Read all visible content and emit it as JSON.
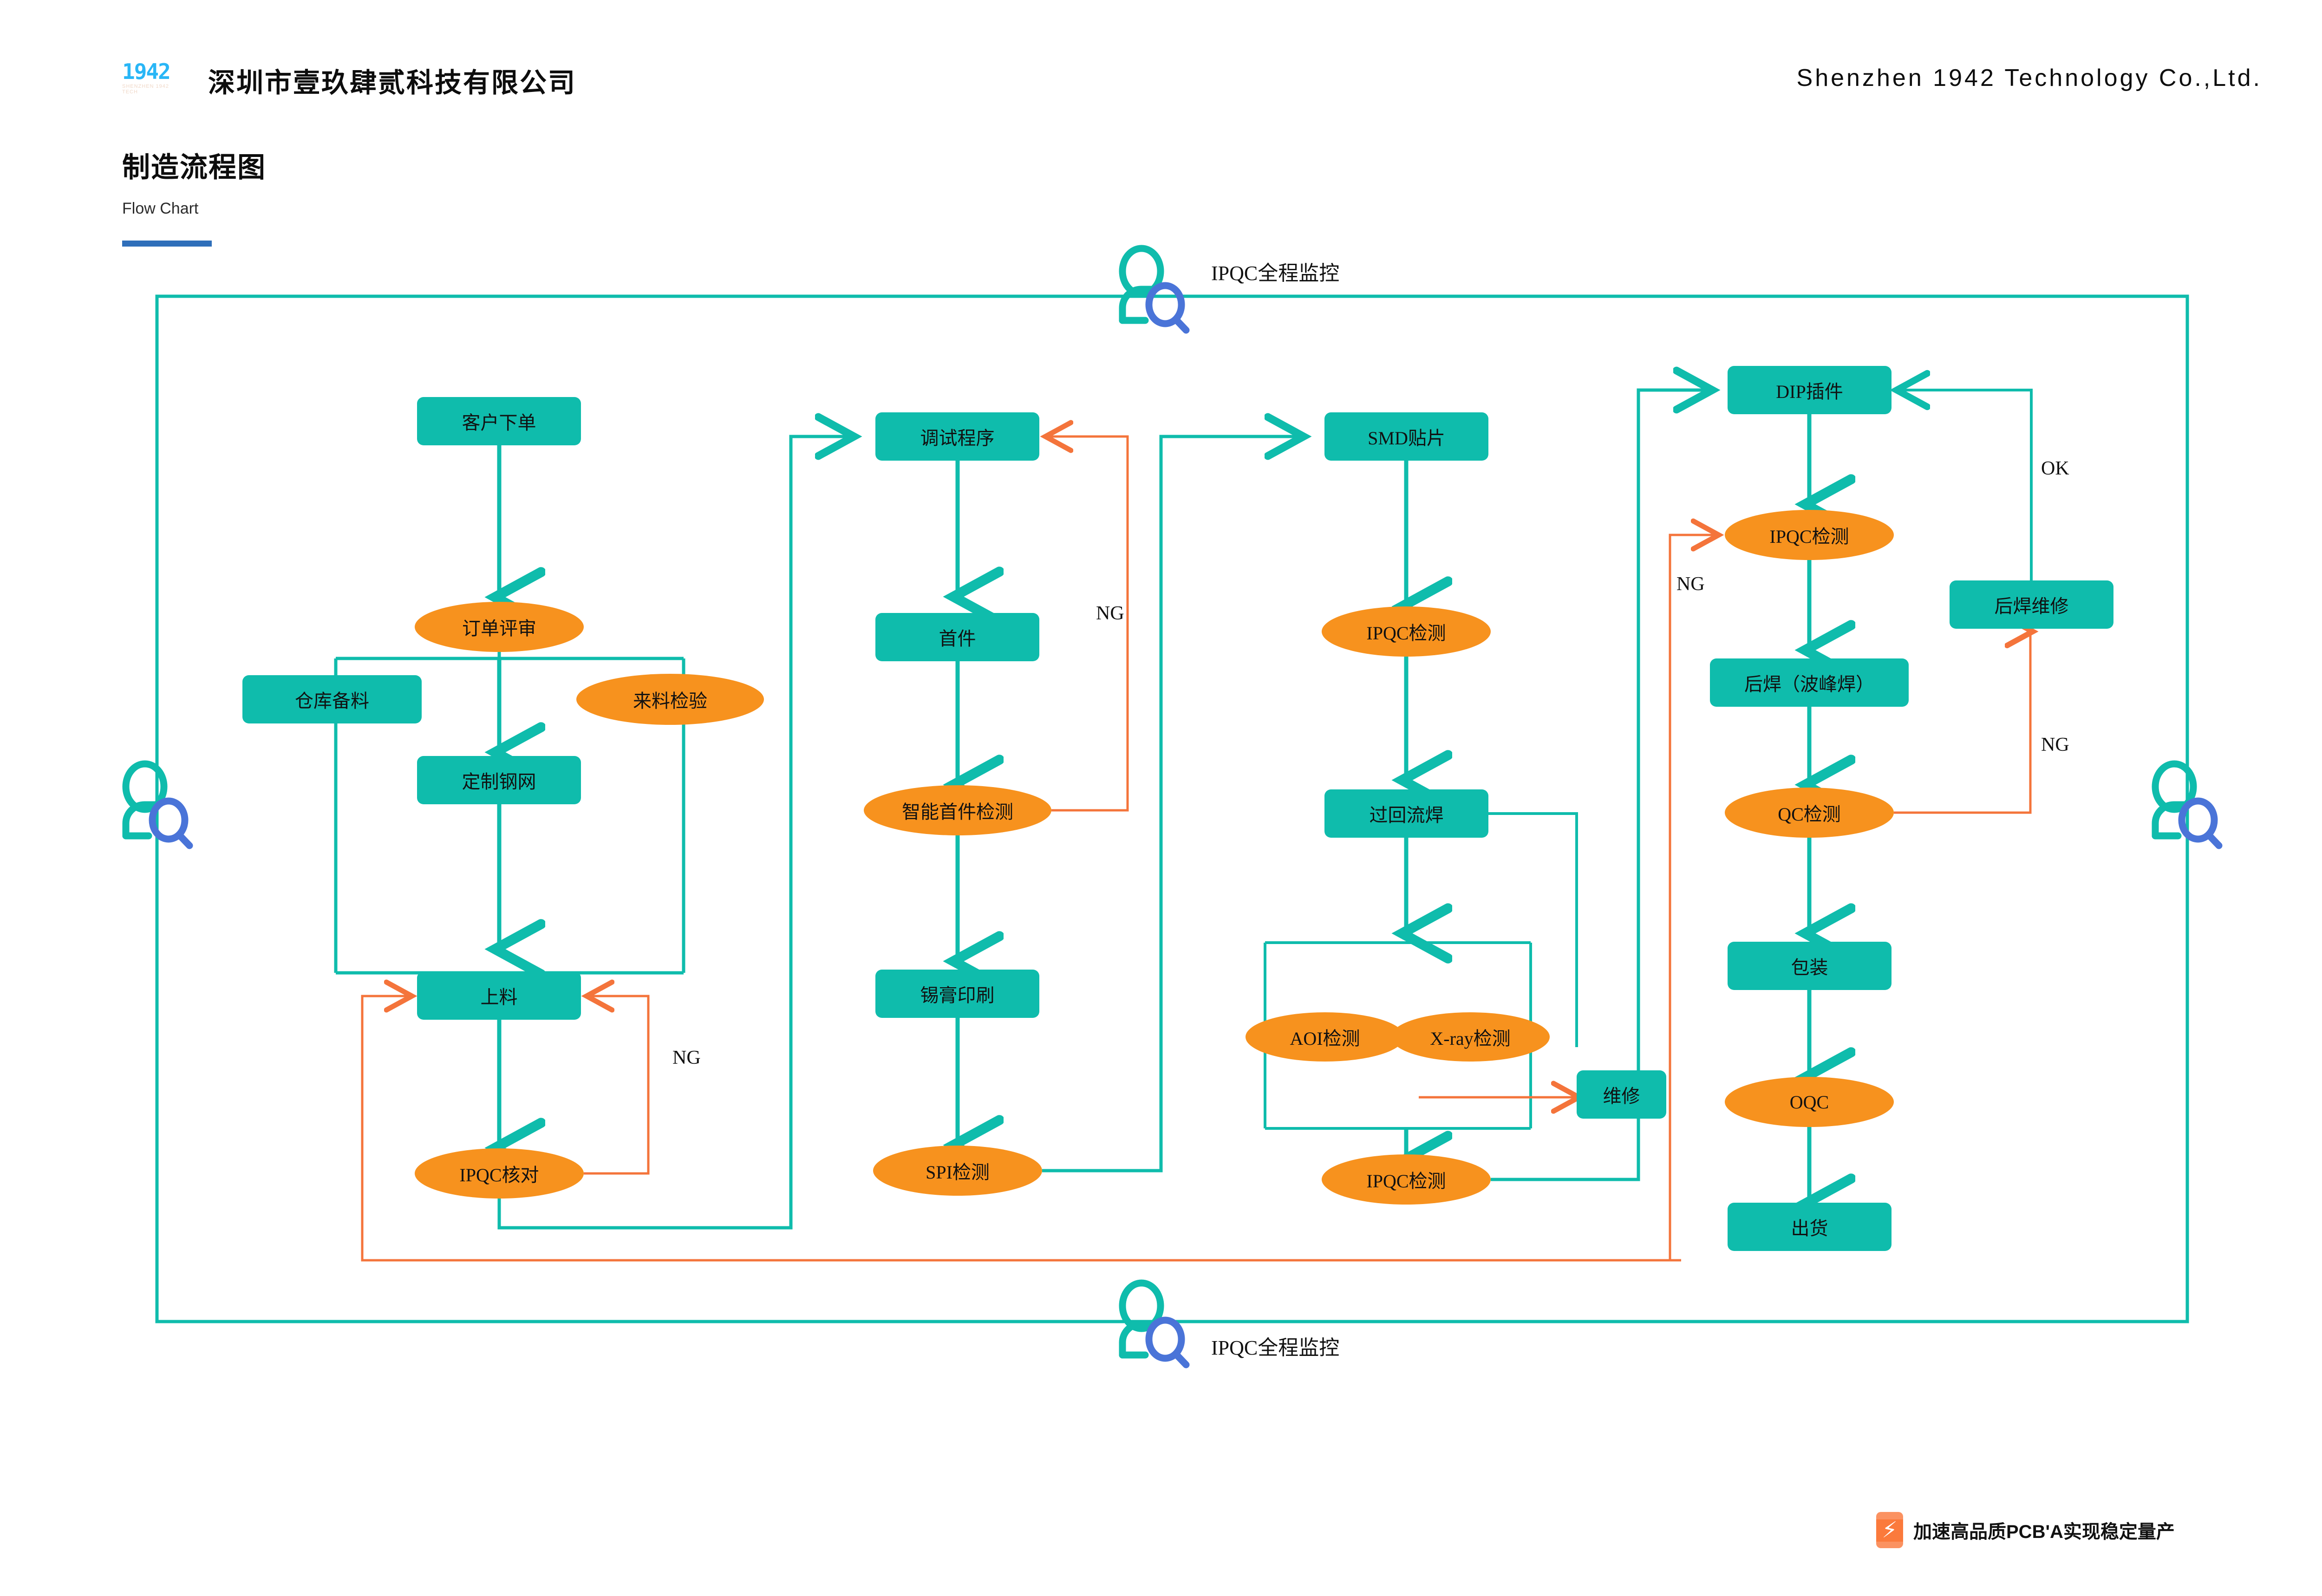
{
  "header": {
    "logo_text": "1942",
    "logo_sub": "SHENZHEN 1942 TECH",
    "company_cn": "深圳市壹玖肆贰科技有限公司",
    "company_en": "Shenzhen 1942 Technology Co.,Ltd."
  },
  "title": {
    "main": "制造流程图",
    "sub": "Flow Chart",
    "rule_color": "#2f6fba"
  },
  "colors": {
    "process": "#0fbcac",
    "inspection": "#f7921e",
    "flow_line": "#0fbcac",
    "ng_line": "#f4743b",
    "person_icon": "#0fbcac",
    "magnifier_icon": "#4a74d8"
  },
  "monitors": [
    {
      "name": "monitor-top",
      "label": "IPQC全程监控"
    },
    {
      "name": "monitor-left",
      "label": ""
    },
    {
      "name": "monitor-right",
      "label": ""
    },
    {
      "name": "monitor-bottom",
      "label": "IPQC全程监控"
    }
  ],
  "nodes": [
    {
      "id": "n1",
      "label": "客户下单",
      "shape": "rect",
      "type": "process"
    },
    {
      "id": "n2",
      "label": "订单评审",
      "shape": "ellipse",
      "type": "inspection"
    },
    {
      "id": "n3",
      "label": "仓库备料",
      "shape": "rect",
      "type": "process"
    },
    {
      "id": "n4",
      "label": "来料检验",
      "shape": "ellipse",
      "type": "inspection"
    },
    {
      "id": "n5",
      "label": "定制钢网",
      "shape": "rect",
      "type": "process"
    },
    {
      "id": "n6",
      "label": "上料",
      "shape": "rect",
      "type": "process"
    },
    {
      "id": "n7",
      "label": "IPQC核对",
      "shape": "ellipse",
      "type": "inspection"
    },
    {
      "id": "n8",
      "label": "调试程序",
      "shape": "rect",
      "type": "process"
    },
    {
      "id": "n9",
      "label": "首件",
      "shape": "rect",
      "type": "process"
    },
    {
      "id": "n10",
      "label": "智能首件检测",
      "shape": "ellipse",
      "type": "inspection"
    },
    {
      "id": "n11",
      "label": "锡膏印刷",
      "shape": "rect",
      "type": "process"
    },
    {
      "id": "n12",
      "label": "SPI检测",
      "shape": "ellipse",
      "type": "inspection"
    },
    {
      "id": "n13",
      "label": "SMD贴片",
      "shape": "rect",
      "type": "process"
    },
    {
      "id": "n14",
      "label": "IPQC检测",
      "shape": "ellipse",
      "type": "inspection"
    },
    {
      "id": "n15",
      "label": "过回流焊",
      "shape": "rect",
      "type": "process"
    },
    {
      "id": "n16",
      "label": "AOI检测",
      "shape": "ellipse",
      "type": "inspection"
    },
    {
      "id": "n17",
      "label": "X-ray检测",
      "shape": "ellipse",
      "type": "inspection"
    },
    {
      "id": "n18",
      "label": "维修",
      "shape": "rect",
      "type": "process"
    },
    {
      "id": "n19",
      "label": "IPQC检测",
      "shape": "ellipse",
      "type": "inspection"
    },
    {
      "id": "n20",
      "label": "DIP插件",
      "shape": "rect",
      "type": "process"
    },
    {
      "id": "n21",
      "label": "IPQC检测",
      "shape": "ellipse",
      "type": "inspection"
    },
    {
      "id": "n22",
      "label": "后焊（波峰焊）",
      "shape": "rect",
      "type": "process"
    },
    {
      "id": "n23",
      "label": "QC检测",
      "shape": "ellipse",
      "type": "inspection"
    },
    {
      "id": "n24",
      "label": "包装",
      "shape": "rect",
      "type": "process"
    },
    {
      "id": "n25",
      "label": "OQC",
      "shape": "ellipse",
      "type": "inspection"
    },
    {
      "id": "n26",
      "label": "出货",
      "shape": "rect",
      "type": "process"
    },
    {
      "id": "n27",
      "label": "后焊维修",
      "shape": "rect",
      "type": "process"
    }
  ],
  "edge_labels": [
    {
      "name": "ng-label-shangliao",
      "text": "NG"
    },
    {
      "name": "ng-label-shoujian",
      "text": "NG"
    },
    {
      "name": "ng-label-dip",
      "text": "NG"
    },
    {
      "name": "ok-label-houhan",
      "text": "OK"
    },
    {
      "name": "ng-label-houhan",
      "text": "NG"
    }
  ],
  "footer": {
    "badge_text": "加速高品质PCB'A实现稳定量产",
    "badge_icon": "lightning-bolt-icon"
  }
}
